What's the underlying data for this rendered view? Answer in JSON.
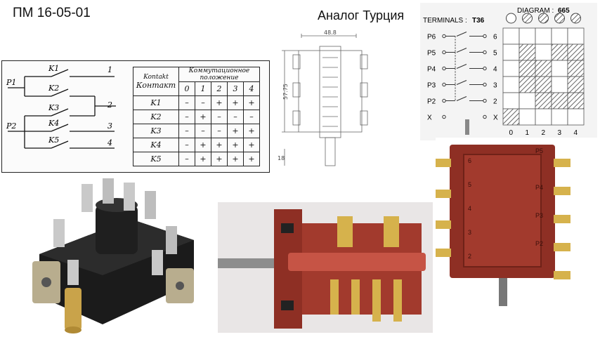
{
  "titles": {
    "model": "ПМ 16-05-01",
    "analog": "Аналог  Турция"
  },
  "schematic": {
    "inputs": [
      "P1",
      "P2"
    ],
    "contacts": [
      "K1",
      "K2",
      "K3",
      "K4",
      "K5"
    ],
    "outputs": [
      "1",
      "2",
      "3",
      "4"
    ]
  },
  "contact_table": {
    "col_header_contact_handwritten": "Kontakt",
    "col_header_contact": "Контакт",
    "col_header_positions": "Коммутационное положение",
    "positions": [
      "0",
      "1",
      "2",
      "3",
      "4"
    ],
    "rows": [
      {
        "contact": "K1",
        "cells": [
          "–",
          "–",
          "+",
          "+",
          "+"
        ]
      },
      {
        "contact": "K2",
        "cells": [
          "–",
          "+",
          "–",
          "–",
          "–"
        ]
      },
      {
        "contact": "K3",
        "cells": [
          "–",
          "–",
          "–",
          "+",
          "+"
        ]
      },
      {
        "contact": "K4",
        "cells": [
          "–",
          "+",
          "+",
          "+",
          "+"
        ]
      },
      {
        "contact": "K5",
        "cells": [
          "–",
          "+",
          "+",
          "+",
          "+"
        ]
      }
    ]
  },
  "drawing": {
    "width_dim": "48.8",
    "height_dim": "57.75",
    "shaft_dim": "18"
  },
  "terminal_diagram": {
    "terminals_label": "TERMINALS :",
    "terminals_code": "T36",
    "diagram_label": "DIAGRAM :",
    "diagram_code": "665",
    "left_terminals": [
      "P6",
      "P5",
      "P4",
      "P3",
      "P2",
      "X"
    ],
    "right_terminals": [
      "6",
      "5",
      "4",
      "3",
      "2",
      "X"
    ],
    "positions": [
      "0",
      "1",
      "2",
      "3",
      "4"
    ],
    "hatched": [
      [
        0,
        0,
        0,
        0,
        0
      ],
      [
        0,
        1,
        0,
        1,
        1
      ],
      [
        0,
        1,
        1,
        0,
        1
      ],
      [
        0,
        1,
        1,
        0,
        1
      ],
      [
        0,
        0,
        1,
        1,
        1
      ],
      [
        1,
        0,
        0,
        0,
        0
      ]
    ]
  },
  "photo_labels": {
    "right_photo_terminals": [
      "P5",
      "P4",
      "P3",
      "P2",
      "6",
      "5",
      "4",
      "3",
      "2"
    ]
  }
}
